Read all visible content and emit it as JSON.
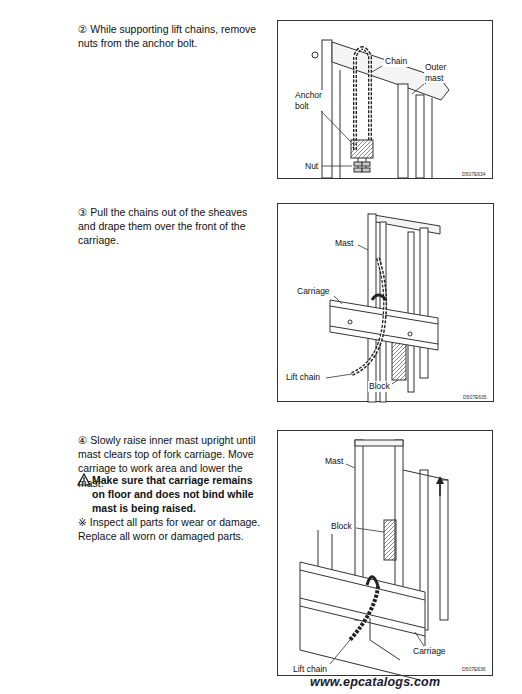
{
  "diagram": {
    "labels": [
      "② While supporting lift chains, remove nuts from the anchor bolt.",
      "Chain",
      "Outer mast",
      "Anchor bolt",
      "Nut",
      "D507E634",
      "③ Pull the chains out of the sheaves and drape them over the front of the carriage.",
      "Mast",
      "Carriage",
      "Lift chain",
      "Block",
      "D507E635",
      "④ Slowly raise inner mast upright until mast clears top of fork carriage. Move carriage to work area and lower the mast.",
      "Make sure that carriage remains on floor and does not bind while mast is being raised.",
      "※ Inspect all parts for wear or damage. Replace all worn or damaged parts.",
      "Mast",
      "Block",
      "Carriage",
      "Lift chain",
      "D507E636",
      "www.epcatalogs.com"
    ]
  }
}
